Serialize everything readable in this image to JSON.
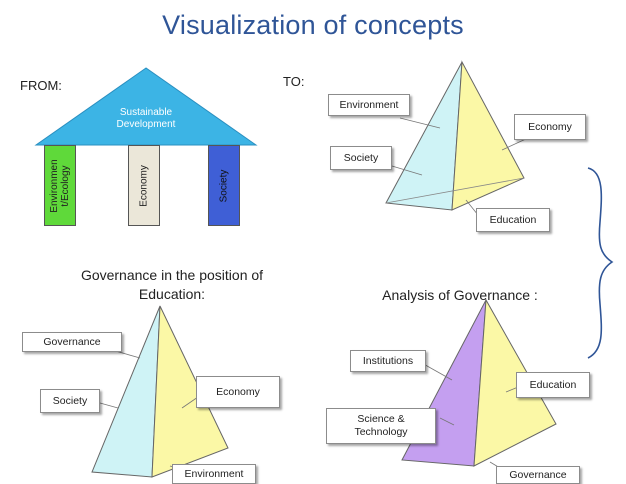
{
  "title": "Visualization of concepts",
  "from_label": "FROM:",
  "to_label": "TO:",
  "house": {
    "roof": "Sustainable Development",
    "pillars": [
      {
        "label": "Environmen t/Ecology",
        "color": "#5fd93a"
      },
      {
        "label": "Economy",
        "color": "#ebe7d9"
      },
      {
        "label": "Society",
        "color": "#3f5fd6"
      }
    ]
  },
  "pyramid_to": {
    "labels": {
      "top_left": "Environment",
      "right": "Economy",
      "left": "Society",
      "bottom": "Education"
    }
  },
  "governance_position": {
    "caption": "Governance in the position of Education:",
    "labels": {
      "top_left": "Governance",
      "left": "Society",
      "right": "Economy",
      "bottom": "Environment"
    }
  },
  "analysis": {
    "caption": "Analysis of Governance :",
    "labels": {
      "top_left": "Institutions",
      "right": "Education",
      "left": "Science & Technology",
      "bottom": "Governance"
    }
  },
  "colors": {
    "title": "#2f5597",
    "roof": "#3cb4e5",
    "face_cyan": "#cff3f6",
    "face_yellow": "#fbf8a6",
    "face_purple": "#c49ff0",
    "brace": "#2f5597"
  }
}
